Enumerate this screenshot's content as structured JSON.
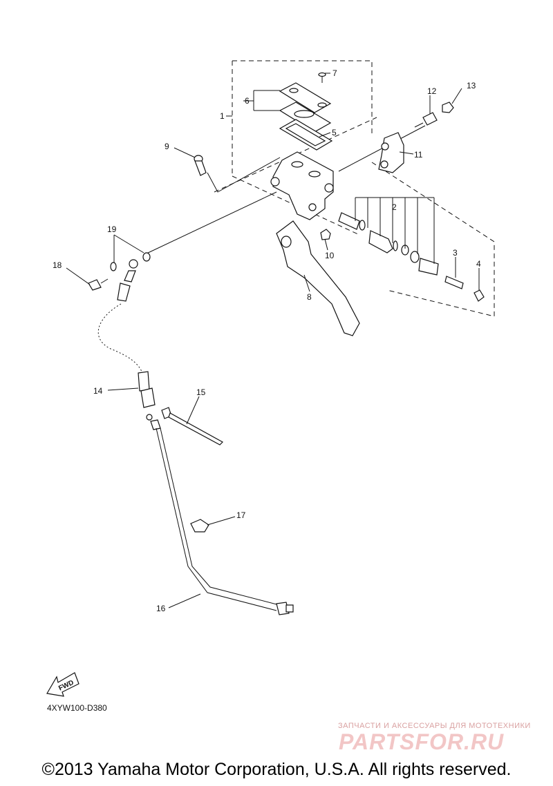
{
  "callouts": {
    "c1": "1",
    "c2": "2",
    "c3": "3",
    "c4": "4",
    "c5": "5",
    "c6": "6",
    "c7": "7",
    "c8": "8",
    "c9": "9",
    "c10": "10",
    "c11": "11",
    "c12": "12",
    "c13": "13",
    "c14": "14",
    "c15": "15",
    "c16": "16",
    "c17": "17",
    "c18": "18",
    "c19": "19"
  },
  "fwd_label": "FWD",
  "diagram_code": "4XYW100-D380",
  "watermark": {
    "tagline": "ЗАПЧАСТИ И АКСЕССУАРЫ ДЛЯ МОТОТЕХНИКИ",
    "logo": "PARTSFOR.RU"
  },
  "copyright": "©2013 Yamaha Motor Corporation, U.S.A. All rights reserved."
}
